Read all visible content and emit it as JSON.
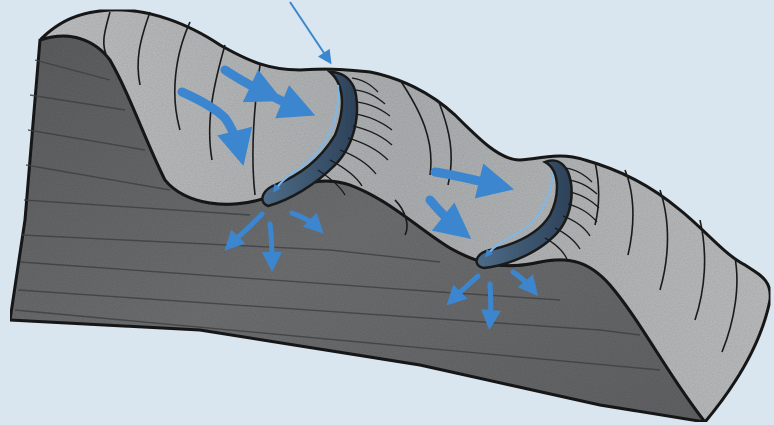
{
  "colors": {
    "background": "#d9e6ef",
    "terrain_top": "#b9bcbe",
    "terrain_side": "#6e6f70",
    "outline": "#1a1a1a",
    "water_blue": "#3b86cf",
    "water_light": "#7fb7e6"
  },
  "diagram": {
    "elements": [
      "terrain-block",
      "ridge-crest",
      "saturated-zone-left",
      "saturated-zone-right",
      "surface-flow-arrows",
      "seepage-arrows",
      "pointer-arrow"
    ]
  }
}
